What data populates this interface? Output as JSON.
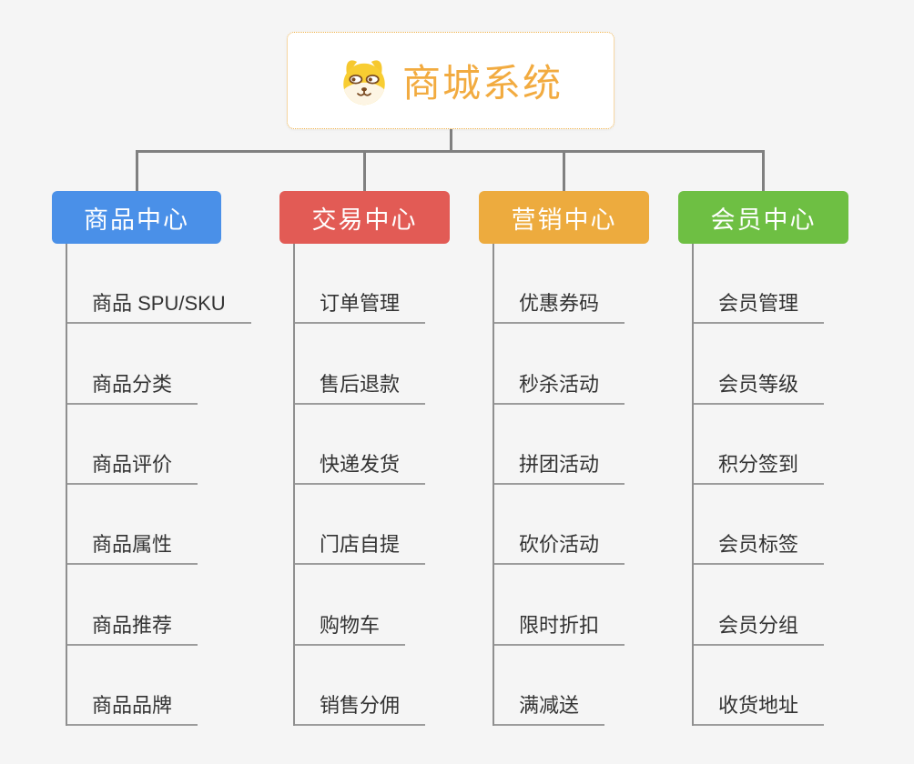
{
  "page": {
    "background_color": "#f5f5f5",
    "connector_color": "#808080"
  },
  "root": {
    "title": "商城系统",
    "icon": "shiba-dog-icon",
    "text_color": "#f2ab40",
    "border_color": "#f0b24a",
    "background_color": "#ffffff"
  },
  "branches": [
    {
      "label": "商品中心",
      "color": "#4a90e8",
      "items": [
        "商品 SPU/SKU",
        "商品分类",
        "商品评价",
        "商品属性",
        "商品推荐",
        "商品品牌"
      ]
    },
    {
      "label": "交易中心",
      "color": "#e25b55",
      "items": [
        "订单管理",
        "售后退款",
        "快递发货",
        "门店自提",
        "购物车",
        "销售分佣"
      ]
    },
    {
      "label": "营销中心",
      "color": "#edab3e",
      "items": [
        "优惠券码",
        "秒杀活动",
        "拼团活动",
        "砍价活动",
        "限时折扣",
        "满减送"
      ]
    },
    {
      "label": "会员中心",
      "color": "#6ebf43",
      "items": [
        "会员管理",
        "会员等级",
        "积分签到",
        "会员标签",
        "会员分组",
        "收货地址"
      ]
    }
  ]
}
